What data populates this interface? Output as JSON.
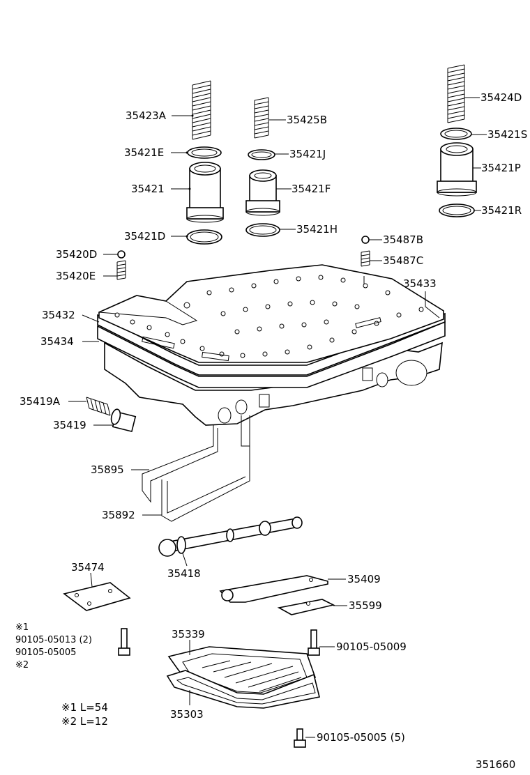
{
  "diagram": {
    "labels": {
      "p35423A": "35423A",
      "p35425B": "35425B",
      "p35424D": "35424D",
      "p35421E": "35421E",
      "p35421J": "35421J",
      "p35421S": "35421S",
      "p35421": "35421",
      "p35421F": "35421F",
      "p35421P": "35421P",
      "p35421D": "35421D",
      "p35421H": "35421H",
      "p35421R": "35421R",
      "p35420D": "35420D",
      "p35487B": "35487B",
      "p35420E": "35420E",
      "p35487C": "35487C",
      "p35433": "35433",
      "p35432": "35432",
      "p35434": "35434",
      "p35419A": "35419A",
      "p35419": "35419",
      "p35895": "35895",
      "p35892": "35892",
      "p35418": "35418",
      "p35474": "35474",
      "p35409": "35409",
      "p35599": "35599",
      "p35339": "35339",
      "p90105_05009": "90105-05009",
      "p35303": "35303",
      "p90105_05005_5": "90105-05005 (5)"
    },
    "notes": {
      "mark1": "※1",
      "bolt_a": "90105-05013 (2)",
      "bolt_b": "90105-05005",
      "mark2": "※2",
      "len1": "※1 L=54",
      "len2": "※2 L=12"
    },
    "figure_number": "351660"
  }
}
